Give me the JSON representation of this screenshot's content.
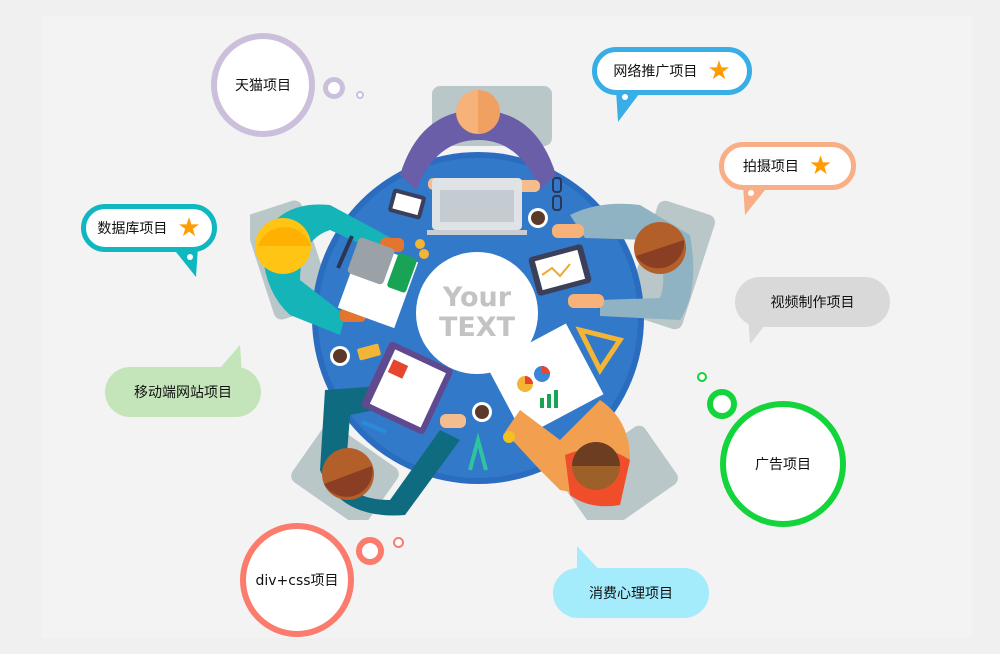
{
  "center": {
    "line1": "Your",
    "line2": "TEXT"
  },
  "colors": {
    "background": "#f3f3f3",
    "table": "#3379c9",
    "tmall": "#cbbfdc",
    "network": "#39aee6",
    "photo": "#f8ae86",
    "database": "#0fb8c0",
    "video": "#d9d9d9",
    "mobile": "#c3e5b9",
    "ads": "#13d43b",
    "divcss": "#fb7b6d",
    "psychology": "#a4ebfb",
    "star": "#ff9c00"
  },
  "bubbles": {
    "tmall": {
      "label": "天猫项目"
    },
    "network": {
      "label": "网络推广项目",
      "icon": "star-icon"
    },
    "photo": {
      "label": "拍摄项目",
      "icon": "star-icon"
    },
    "database": {
      "label": "数据库项目",
      "icon": "star-icon"
    },
    "video": {
      "label": "视频制作项目"
    },
    "mobile": {
      "label": "移动端网站项目"
    },
    "ads": {
      "label": "广告项目"
    },
    "divcss": {
      "label": "div+css项目"
    },
    "psychology": {
      "label": "消费心理项目"
    }
  },
  "icons": {
    "star": "★"
  }
}
